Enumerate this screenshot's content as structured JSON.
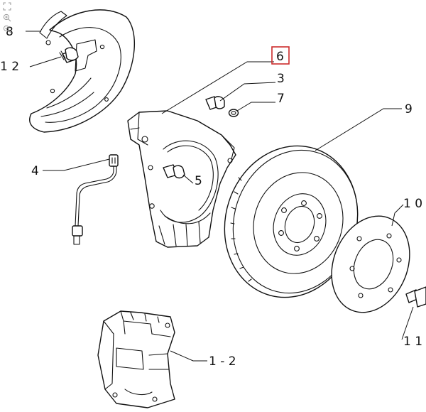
{
  "toolbar": {
    "icons": [
      "fit-page-icon",
      "zoom-in-icon",
      "zoom-out-icon"
    ]
  },
  "callouts": {
    "c8": "8",
    "c12": "1 2",
    "c6": "6",
    "c3": "3",
    "c7": "7",
    "c9": "9",
    "c4": "4",
    "c5": "5",
    "c10": "1 0",
    "c11": "1 1",
    "c1_2": "1 - 2"
  },
  "highlight": {
    "callout": "6",
    "color": "#cc2b2b"
  },
  "colors": {
    "line": "#111111",
    "background": "#ffffff"
  }
}
